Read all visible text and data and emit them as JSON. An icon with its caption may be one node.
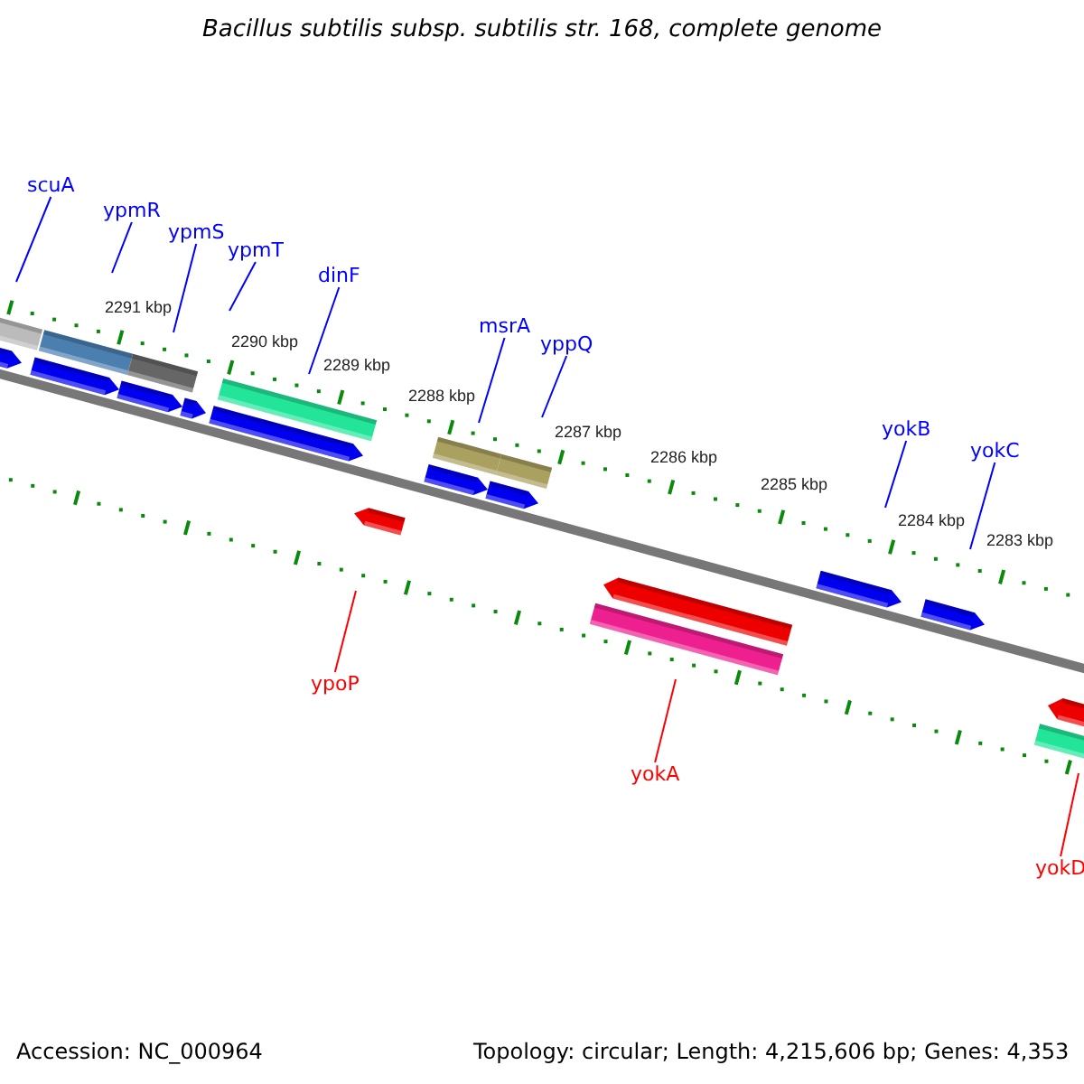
{
  "diagram": {
    "title": "Bacillus subtilis subsp. subtilis str. 168, complete genome",
    "nodes": [
      {
        "text": [
          "scuA"
        ]
      },
      {
        "text": [
          "ypmR"
        ]
      },
      {
        "text": [
          "ypmS"
        ]
      },
      {
        "text": [
          "ypmT"
        ]
      },
      {
        "text": [
          "dinF"
        ]
      },
      {
        "text": [
          "msrA"
        ]
      },
      {
        "text": [
          "yppQ"
        ]
      },
      {
        "text": [
          "yokB"
        ]
      },
      {
        "text": [
          "yokC"
        ]
      },
      {
        "text": [
          "ypoP"
        ]
      },
      {
        "text": [
          "yokA"
        ]
      },
      {
        "text": [
          "yokD"
        ]
      }
    ],
    "edges": [
      {
        "from": 0,
        "to": null,
        "arrow": "none"
      },
      {
        "from": 1,
        "to": null,
        "arrow": "none"
      },
      {
        "from": 2,
        "to": null,
        "arrow": "none"
      },
      {
        "from": 3,
        "to": null,
        "arrow": "none"
      },
      {
        "from": 4,
        "to": null,
        "arrow": "none"
      },
      {
        "from": 5,
        "to": null,
        "arrow": "none"
      },
      {
        "from": 6,
        "to": null,
        "arrow": "none"
      },
      {
        "from": 7,
        "to": null,
        "arrow": "none"
      },
      {
        "from": 8,
        "to": null,
        "arrow": "none"
      },
      {
        "from": 9,
        "to": null,
        "arrow": "none",
        "color": "#ff0000"
      },
      {
        "from": 10,
        "to": null,
        "arrow": "none",
        "color": "#ff0000"
      },
      {
        "from": 11,
        "to": null,
        "arrow": "none",
        "color": "#ff0000"
      }
    ],
    "labels": [
      "2291 kbp",
      "2290 kbp",
      "2289 kbp",
      "2288 kbp",
      "2287 kbp",
      "2286 kbp",
      "2285 kbp",
      "2284 kbp",
      "2283 kbp",
      "Accession: NC_000964",
      "Topology: circular; Length: 4,215,606 bp; Genes: 4,353"
    ]
  }
}
